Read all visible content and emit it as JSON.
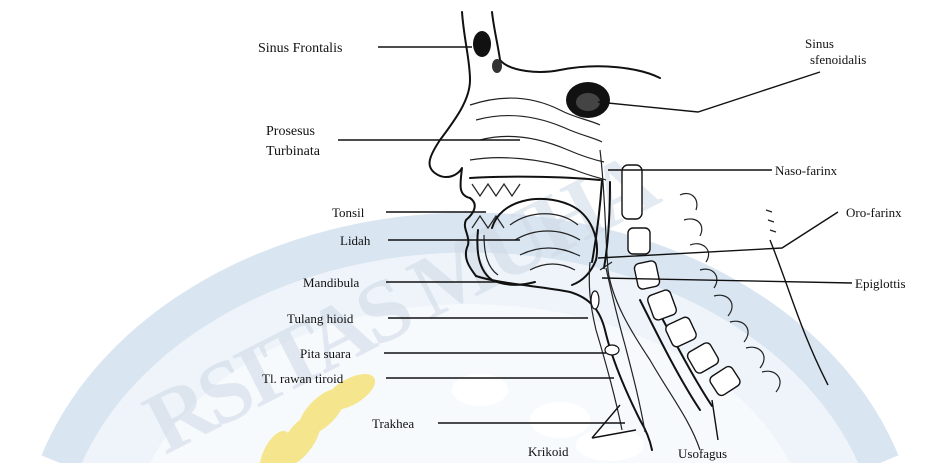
{
  "labels": {
    "sinus_frontalis": "Sinus Frontalis",
    "sinus_sfenoidalis_1": "Sinus",
    "sinus_sfenoidalis_2": "sfenoidalis",
    "prosesus_1": "Prosesus",
    "prosesus_2": "Turbinata",
    "naso_farinx": "Naso-farinx",
    "tonsil": "Tonsil",
    "lidah": "Lidah",
    "oro_farinx": "Oro-farinx",
    "mandibula": "Mandibula",
    "epiglottis": "Epiglottis",
    "tulang_hioid": "Tulang hioid",
    "pita_suara": "Pita suara",
    "tl_rawan_tiroid": "Tl. rawan tiroid",
    "trakhea": "Trakhea",
    "krikoid": "Krikoid",
    "usofagus": "Usofagus"
  },
  "watermark": {
    "text": "RSITAS MUHA",
    "colors": {
      "arc": "#dbe7f3",
      "leaf": "#f4e06a",
      "text": "#cfd9e6"
    }
  }
}
